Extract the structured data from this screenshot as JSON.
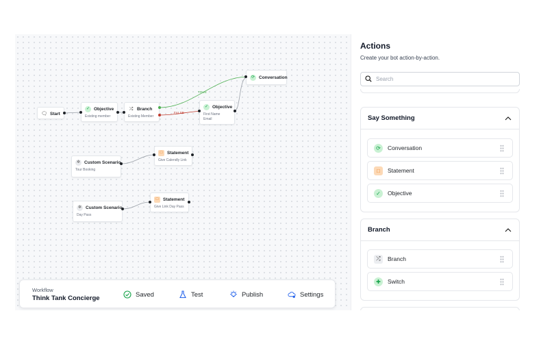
{
  "canvas": {
    "nodes": {
      "start": {
        "title": "Start"
      },
      "objective1": {
        "title": "Objective",
        "sub": "Existing member"
      },
      "branch": {
        "title": "Branch",
        "sub": "Existing Member"
      },
      "objective2": {
        "title": "Objective",
        "sub": "First Name\nEmail"
      },
      "conversation": {
        "title": "Conversation"
      },
      "custom1": {
        "title": "Custom Scenario",
        "sub": "Tour Booking"
      },
      "statement1": {
        "title": "Statement",
        "sub": "Give Calendly Link"
      },
      "custom2": {
        "title": "Custom Scenario",
        "sub": "Day Pass"
      },
      "statement2": {
        "title": "Statement",
        "sub": "Give Link Day Pass"
      }
    },
    "edge_labels": {
      "true_label": "TRUE",
      "false_label": "FALSE"
    },
    "colors": {
      "true_edge": "#4caf50",
      "false_edge": "#c0392b",
      "edge": "#9aa0a8"
    }
  },
  "workflow": {
    "label": "Workflow",
    "title": "Think Tank Concierge",
    "saved": "Saved",
    "test": "Test",
    "publish": "Publish",
    "settings": "Settings"
  },
  "actions": {
    "title": "Actions",
    "subtitle": "Create your bot action-by-action.",
    "search_placeholder": "Search",
    "groups": [
      {
        "title": "Say Something",
        "items": [
          {
            "label": "Conversation",
            "icon": "conversation-icon"
          },
          {
            "label": "Statement",
            "icon": "statement-icon"
          },
          {
            "label": "Objective",
            "icon": "check-icon"
          }
        ]
      },
      {
        "title": "Branch",
        "items": [
          {
            "label": "Branch",
            "icon": "branch-icon"
          },
          {
            "label": "Switch",
            "icon": "switch-icon"
          }
        ]
      }
    ]
  }
}
